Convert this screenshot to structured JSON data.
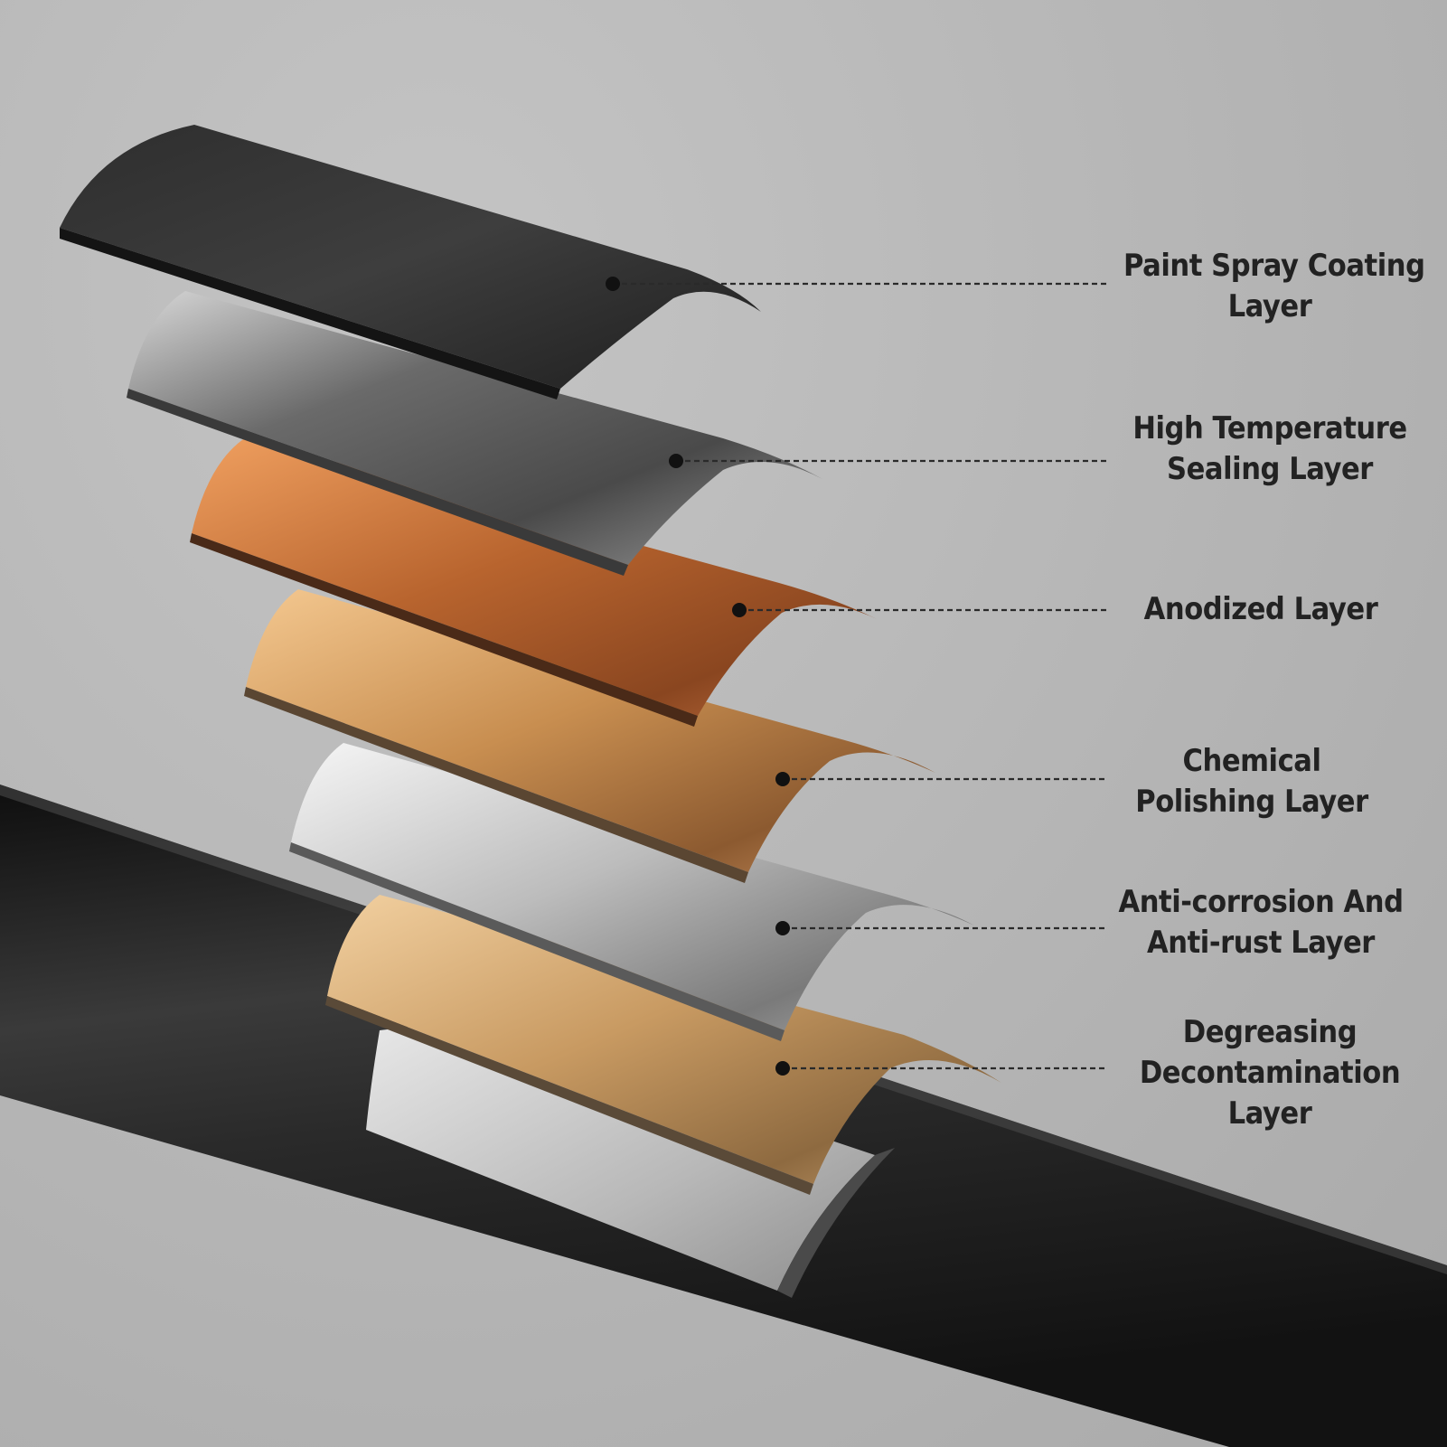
{
  "layers": [
    {
      "lines": [
        "Paint Spray Coating",
        "Layer"
      ],
      "color": "#3a3a3a"
    },
    {
      "lines": [
        "High Temperature",
        "Sealing Layer"
      ],
      "color": "#8c8c8c"
    },
    {
      "lines": [
        "Anodized Layer"
      ],
      "color": "#c8703a"
    },
    {
      "lines": [
        "Chemical",
        "Polishing Layer"
      ],
      "color": "#d2a064"
    },
    {
      "lines": [
        "Anti-corrosion And",
        "Anti-rust Layer"
      ],
      "color": "#c6c6c6"
    },
    {
      "lines": [
        "Degreasing",
        "Decontamination",
        "Layer"
      ],
      "color": "#d8b27e"
    }
  ],
  "pipe": {
    "color": "#1e1e1e"
  }
}
